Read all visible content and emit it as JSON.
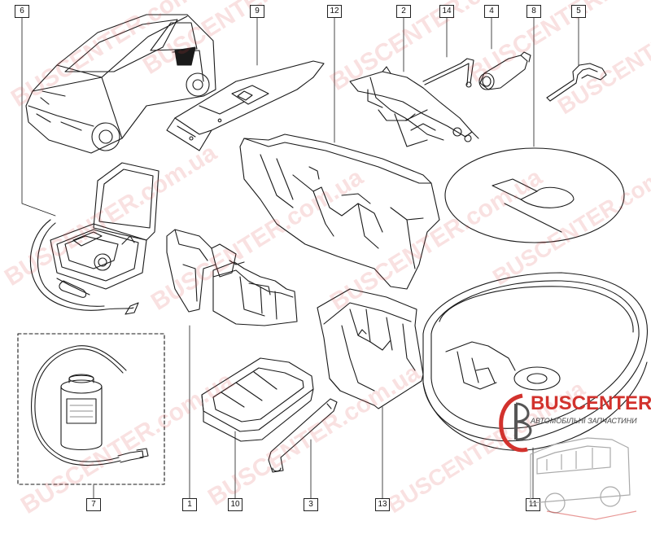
{
  "diagram": {
    "callouts": [
      "6",
      "9",
      "12",
      "2",
      "14",
      "4",
      "8",
      "5",
      "7",
      "1",
      "10",
      "3",
      "13",
      "11"
    ],
    "parts": [
      "car",
      "tray",
      "tool-tray",
      "jack",
      "jack-handle",
      "wheel-brace-socket",
      "floor-mat",
      "hook",
      "inflation-kit",
      "sealant-kit",
      "foam-insert",
      "tool-insert",
      "wheel-wrench",
      "jack-holder",
      "spare-wheel-bin"
    ]
  },
  "watermark": {
    "text": "BUSCENTER.com.ua",
    "color": "#dc4646"
  },
  "logo": {
    "brand": "BUSCENTER",
    "tagline": "АВТОМОБІЛЬНІ ЗАПЧАСТИНИ",
    "color": "#d2322d"
  }
}
